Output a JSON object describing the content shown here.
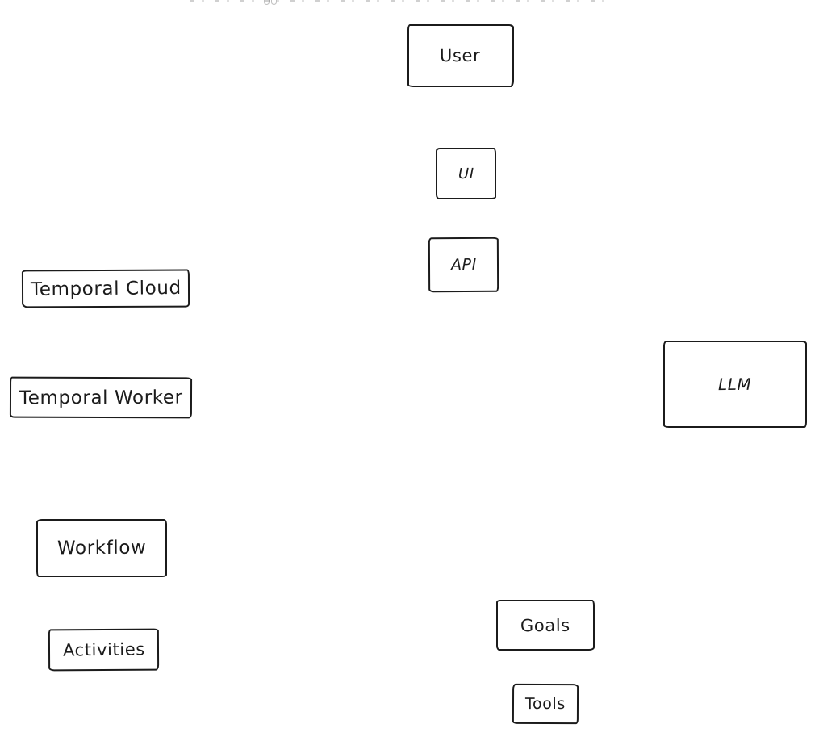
{
  "diagram": {
    "background_color": "#ffffff",
    "stroke_color": "#1b1b1b",
    "nodes": [
      {
        "id": "user",
        "label": "User"
      },
      {
        "id": "ui",
        "label": "UI"
      },
      {
        "id": "api",
        "label": "API"
      },
      {
        "id": "temporal-cloud",
        "label": "Temporal Cloud"
      },
      {
        "id": "temporal-worker",
        "label": "Temporal Worker"
      },
      {
        "id": "llm",
        "label": "LLM"
      },
      {
        "id": "workflow",
        "label": "Workflow"
      },
      {
        "id": "activities",
        "label": "Activities"
      },
      {
        "id": "goals",
        "label": "Goals"
      },
      {
        "id": "tools",
        "label": "Tools"
      }
    ]
  }
}
